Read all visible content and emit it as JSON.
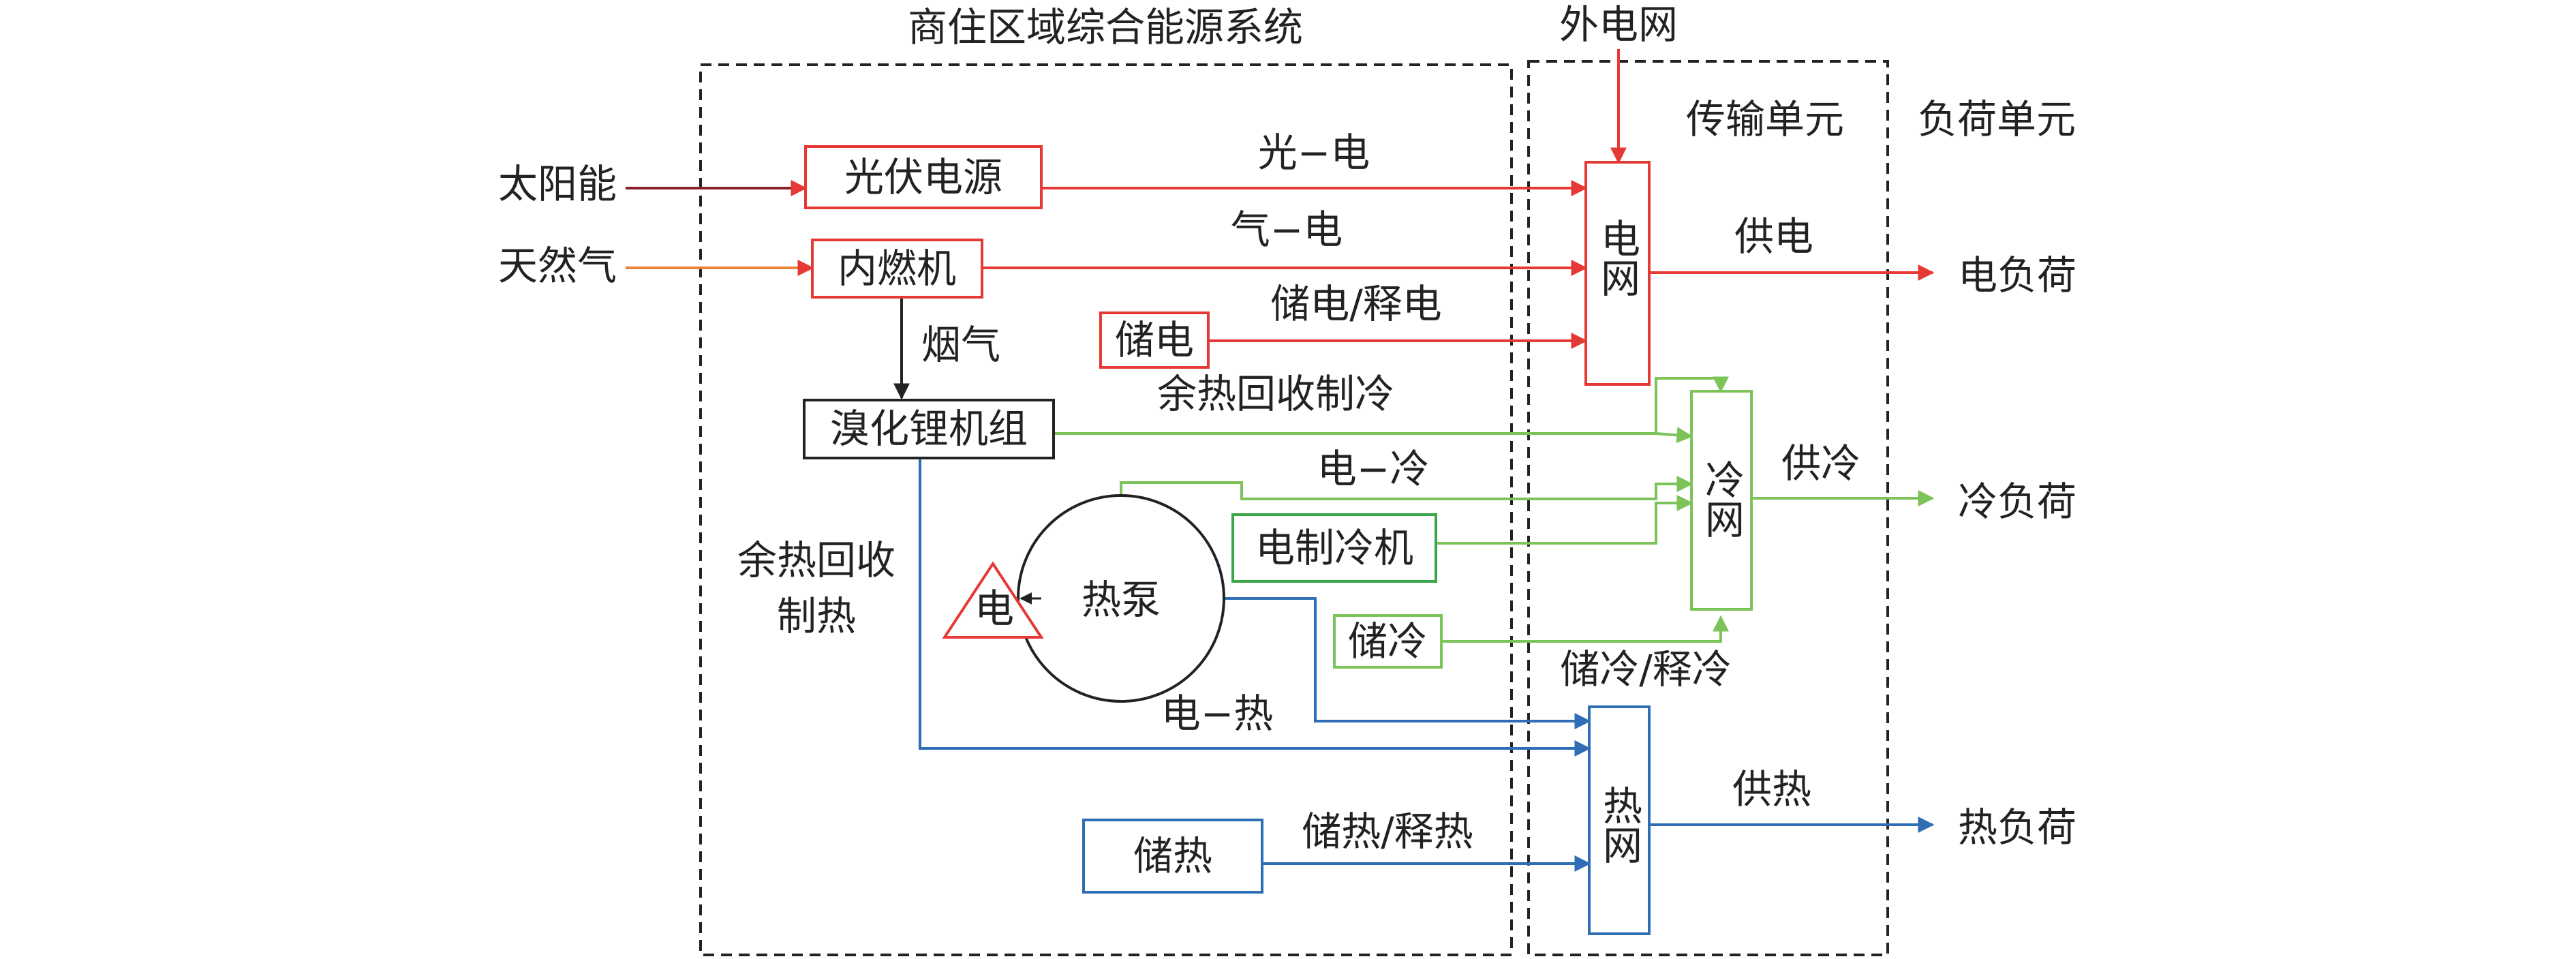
{
  "colors": {
    "electric": "#E53935",
    "cooling": "#7CC35A",
    "cooling_dark": "#3AA84A",
    "heat": "#2F6DB5",
    "flue": "#222222",
    "gas": "#E8833A",
    "solar": "#8A1F2A",
    "text": "#222222",
    "dashed": "#222222"
  },
  "regions": {
    "system_title": "商住区域综合能源系统",
    "transmission_title": "传输单元",
    "load_title": "负荷单元"
  },
  "inputs": {
    "solar": "太阳能",
    "gas": "天然气",
    "external_grid": "外电网"
  },
  "devices": {
    "pv": "光伏电源",
    "ice": "内燃机",
    "elec_storage": "储电",
    "libr": "溴化锂机组",
    "heat_pump": "热泵",
    "elec_triangle": "电",
    "electric_chiller": "电制冷机",
    "cold_storage": "储冷",
    "heat_storage": "储热"
  },
  "networks": {
    "power_grid": "电网",
    "cold_grid": "冷网",
    "heat_grid": "热网"
  },
  "flows": {
    "pv_to_grid": "光−电",
    "gas_to_power": "气−电",
    "store_release_power": "储电/释电",
    "flue_gas": "烟气",
    "waste_heat_cooling": "余热回收制冷",
    "power_to_cooling": "电−冷",
    "waste_heat_heating": "余热回收制热",
    "store_release_cold": "储冷/释冷",
    "power_to_heat": "电−热",
    "store_release_heat": "储热/释热",
    "supply_power": "供电",
    "supply_cooling": "供冷",
    "supply_heat": "供热"
  },
  "loads": {
    "power_load": "电负荷",
    "cooling_load": "冷负荷",
    "heat_load": "热负荷"
  }
}
